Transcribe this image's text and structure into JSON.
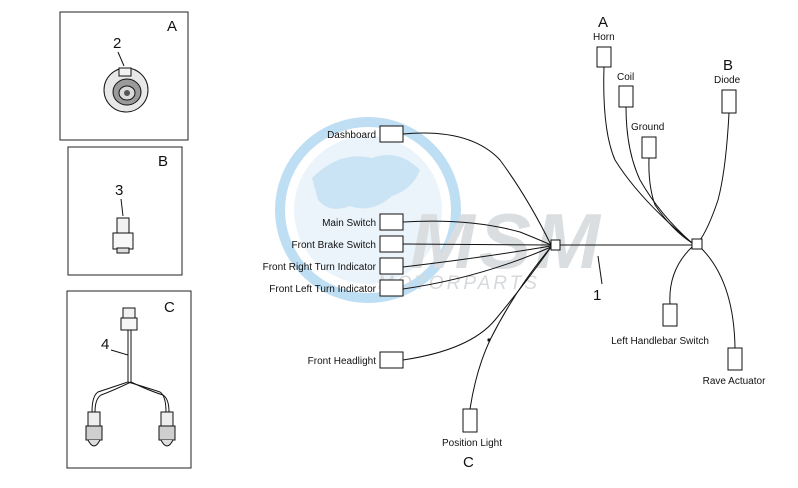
{
  "panels": [
    {
      "letter": "A",
      "part_number": "2"
    },
    {
      "letter": "B",
      "part_number": "3"
    },
    {
      "letter": "C",
      "part_number": "4"
    }
  ],
  "connectors": {
    "horn": "Horn",
    "coil": "Coil",
    "ground": "Ground",
    "diode": "Diode",
    "dashboard": "Dashboard",
    "main_switch": "Main Switch",
    "front_brake_switch": "Front Brake Switch",
    "front_right_turn": "Front Right Turn Indicator",
    "front_left_turn": "Front Left Turn Indicator",
    "front_headlight": "Front Headlight",
    "position_light": "Position Light",
    "left_handlebar_switch": "Left Handlebar Switch",
    "rave_actuator": "Rave Actuator"
  },
  "callouts": {
    "horn_letter": "A",
    "diode_letter": "B",
    "position_letter": "C",
    "harness_number": "1"
  },
  "watermark": {
    "brand": "MSM",
    "tagline": "MOTORPARTS"
  },
  "colors": {
    "watermark_blue": "#a9d3ef",
    "watermark_gray": "#cfd3d6",
    "line": "#111111"
  }
}
